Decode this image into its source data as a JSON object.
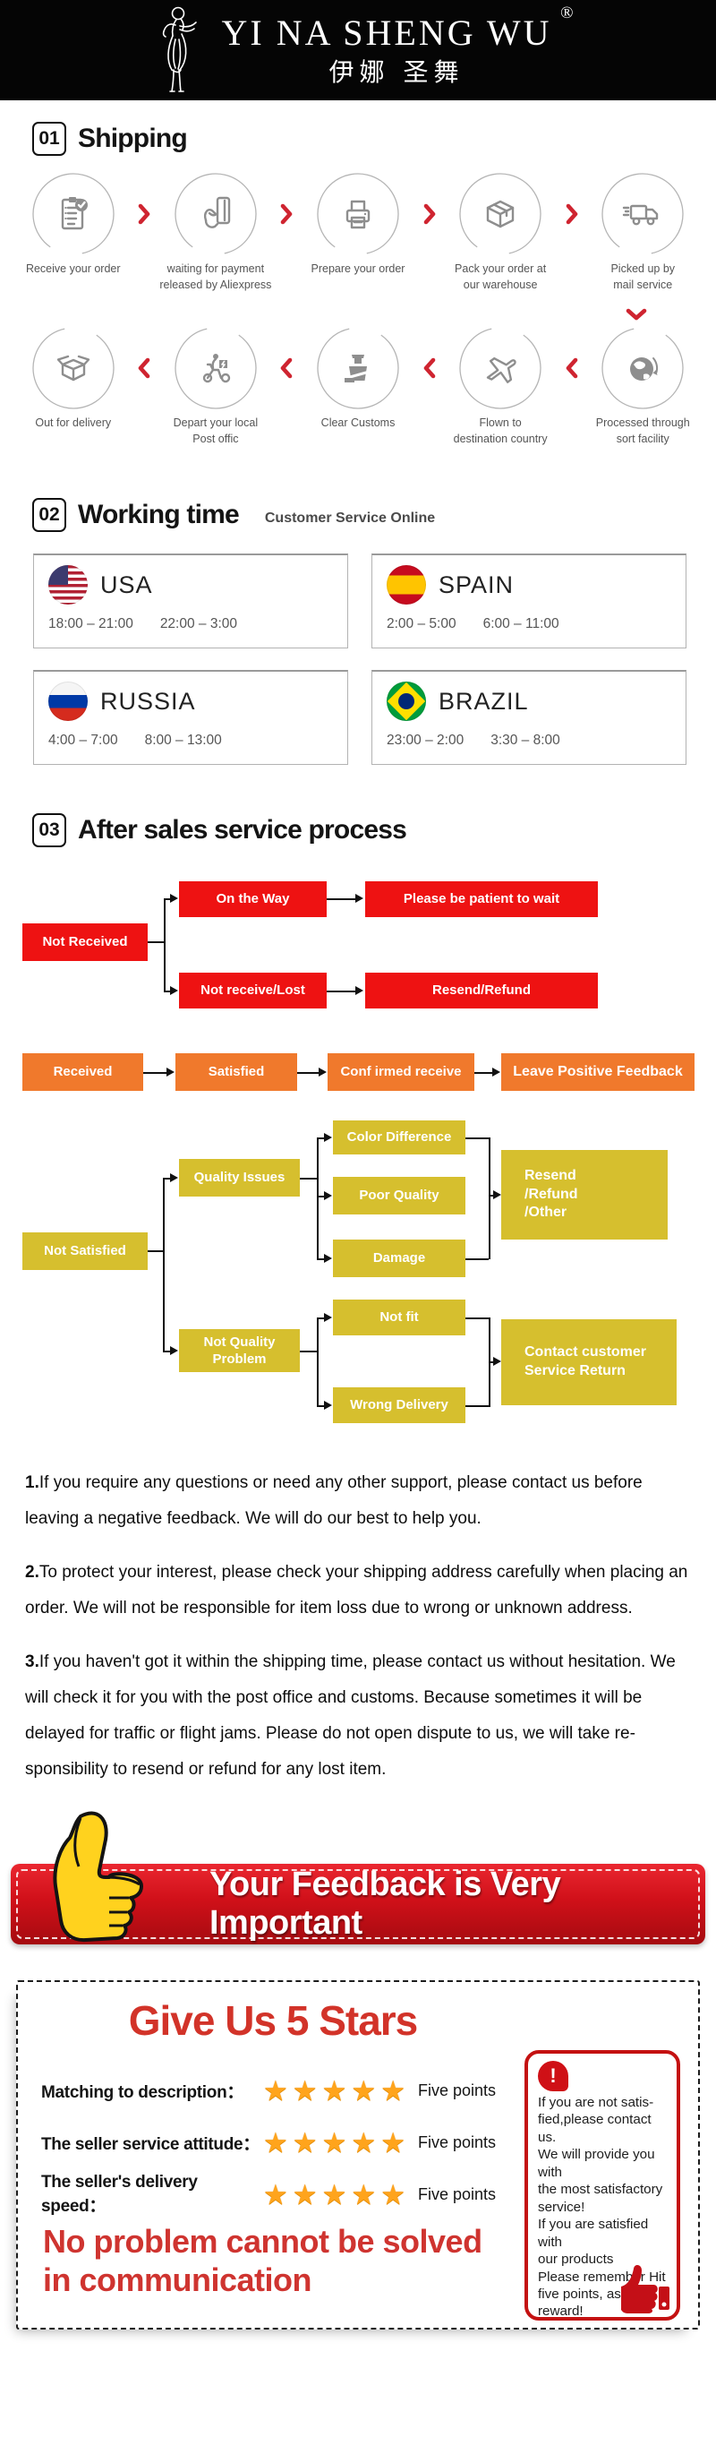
{
  "header": {
    "brand": "YI NA SHENG WU",
    "registered": "®",
    "brand_cn": "伊娜 圣舞"
  },
  "icons": {
    "star": "★",
    "exclamation": "!"
  },
  "shipping": {
    "number": "01",
    "title": "Shipping",
    "row1": [
      {
        "label": "Receive your order",
        "icon": "order-checklist-icon"
      },
      {
        "label": "waiting for payment\nreleased by Aliexpress",
        "icon": "payment-card-icon"
      },
      {
        "label": "Prepare your order",
        "icon": "printer-icon"
      },
      {
        "label": "Pack your order at\nour warehouse",
        "icon": "package-box-icon"
      },
      {
        "label": "Picked up by\nmail service",
        "icon": "delivery-truck-icon"
      }
    ],
    "row2": [
      {
        "label": "Out  for delivery",
        "icon": "open-box-icon"
      },
      {
        "label": "Depart your local\nPost offic",
        "icon": "courier-scooter-icon"
      },
      {
        "label": "Clear Customs",
        "icon": "customs-officer-icon"
      },
      {
        "label": "Flown to\ndestination country",
        "icon": "airplane-icon"
      },
      {
        "label": "Processed through\nsort facility",
        "icon": "globe-icon"
      }
    ]
  },
  "working_time": {
    "number": "02",
    "title": "Working time",
    "subtitle": "Customer Service Online",
    "cards": [
      {
        "country": "USA",
        "flag": "usa-flag",
        "time1": "18:00 – 21:00",
        "time2": "22:00 – 3:00"
      },
      {
        "country": "SPAIN",
        "flag": "spain-flag",
        "time1": "2:00 – 5:00",
        "time2": "6:00 – 11:00"
      },
      {
        "country": "RUSSIA",
        "flag": "russia-flag",
        "time1": "4:00 – 7:00",
        "time2": "8:00 – 13:00"
      },
      {
        "country": "BRAZIL",
        "flag": "brazil-flag",
        "time1": "23:00 – 2:00",
        "time2": "3:30 – 8:00"
      }
    ]
  },
  "after_sales": {
    "number": "03",
    "title": "After sales service process",
    "not_received": {
      "root": "Not Received",
      "branch1": "On the Way",
      "result1": "Please be patient to wait",
      "branch2": "Not receive/Lost",
      "result2": "Resend/Refund"
    },
    "received_flow": {
      "step1": "Received",
      "step2": "Satisfied",
      "step3": "Conf irmed receive",
      "step4": "Leave Positive Feedback"
    },
    "not_satisfied": {
      "root": "Not Satisfied",
      "quality_label": "Quality Issues",
      "quality_children": [
        "Color Difference",
        "Poor Quality",
        "Damage"
      ],
      "quality_result": "Resend\n/Refund\n/Other",
      "not_quality_label": "Not Quality\nProblem",
      "not_quality_children": [
        "Not fit",
        "Wrong Delivery"
      ],
      "not_quality_result": "Contact customer\nService Return"
    }
  },
  "notes": [
    {
      "num": "1.",
      "text": "If you require any questions or need any other support, please contact us before leaving a negative feedback. We will do our best to help you."
    },
    {
      "num": "2.",
      "text": "To protect your interest, please check your shipping address carefully when placing an order. We will not be responsible for item loss due to wrong or unknown address."
    },
    {
      "num": "3.",
      "text": "If you haven't got it within the shipping time, please contact us without hesitation. We will check it for you with the post office and customs. Because sometimes it will be delayed for traffic or flight jams. Please do not open dispute to us, we will take re-sponsibility to resend or refund for any lost item."
    }
  ],
  "banner": {
    "text": "Your Feedback is Very Important"
  },
  "five_stars": {
    "title": "Give Us 5 Stars",
    "rows": [
      {
        "label": "Matching to description：",
        "points": "Five points"
      },
      {
        "label": "The seller service attitude：",
        "points": "Five points"
      },
      {
        "label": "The seller's delivery speed：",
        "points": "Five points"
      }
    ],
    "slogan": "No problem cannot be solved\n in communication",
    "side_note": "If you are not satis-\nfied,please contact us.\nWe will provide you with\nthe most satisfactory\nservice!\nIf you are satisfied with\nour products\nPlease remember Hit\nfive points, as our\nreward!"
  },
  "colors": {
    "flow_red": "#ee1212",
    "flow_orange": "#f0792c",
    "flow_yellow": "#d6bf2e",
    "banner_red": "#d01019",
    "star_orange": "#ffa41c",
    "accent_red": "#cf2430"
  }
}
